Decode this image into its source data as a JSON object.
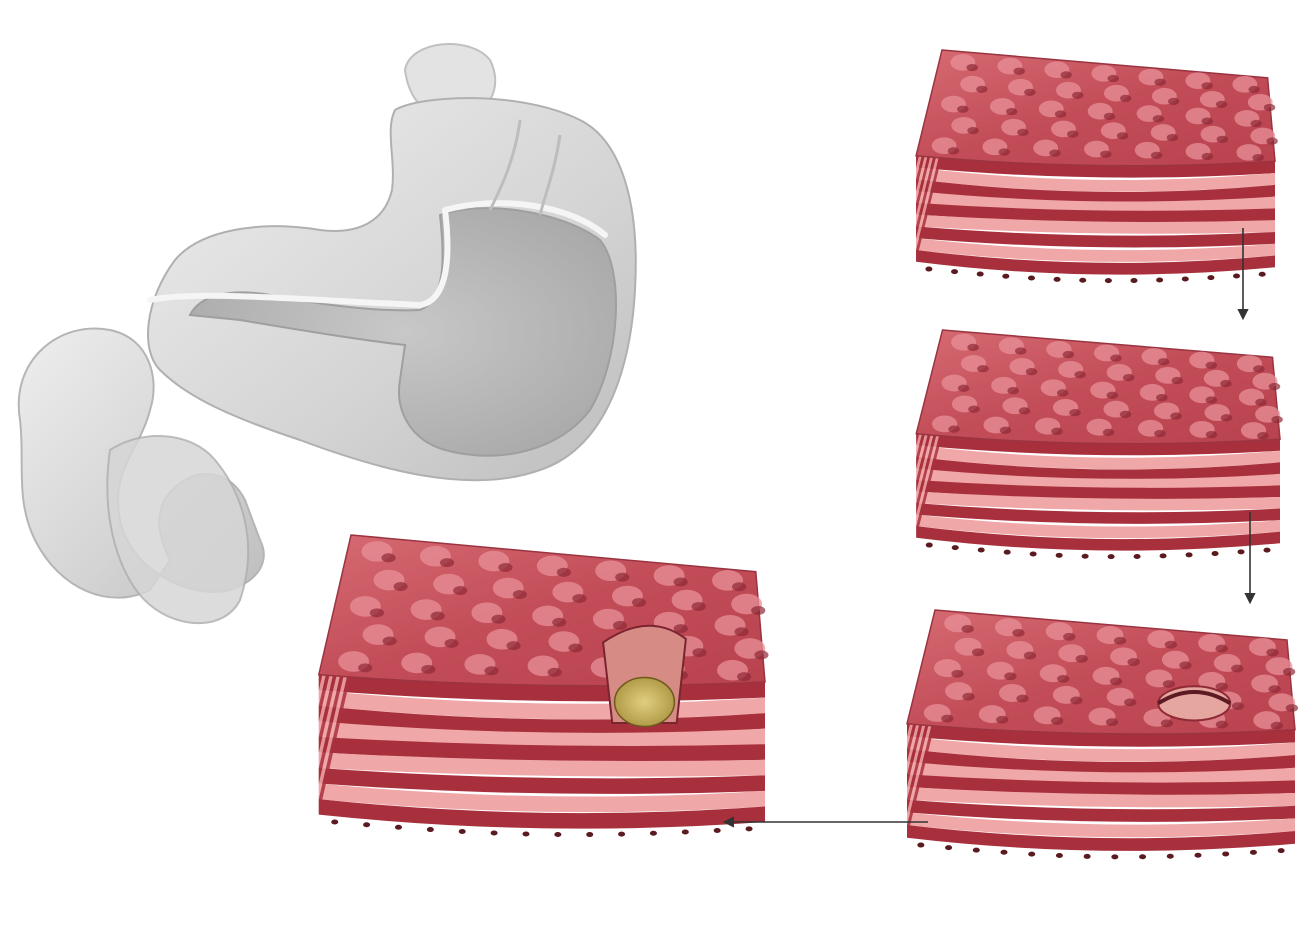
{
  "diagram": {
    "stomach": {
      "icon": "stomach-cutaway-illustration",
      "color": "#d9d9d9"
    },
    "tissue_blocks": [
      {
        "stage": 1,
        "state": "intact-mucosa"
      },
      {
        "stage": 2,
        "state": "intact-mucosa"
      },
      {
        "stage": 3,
        "state": "shallow-erosion"
      },
      {
        "stage": 4,
        "state": "deep-ulcer-with-base"
      }
    ],
    "arrows": [
      {
        "from": 1,
        "to": 2,
        "direction": "down"
      },
      {
        "from": 2,
        "to": 3,
        "direction": "down"
      },
      {
        "from": 3,
        "to": 4,
        "direction": "left"
      }
    ],
    "colors": {
      "mucosa_top": "#c9555f",
      "mucosa_highlight": "#e89098",
      "layer_dark": "#a8303c",
      "layer_light": "#f0a7a8",
      "ulcer_base": "#c9b45a",
      "arrow": "#333333",
      "background": "#ffffff"
    }
  }
}
